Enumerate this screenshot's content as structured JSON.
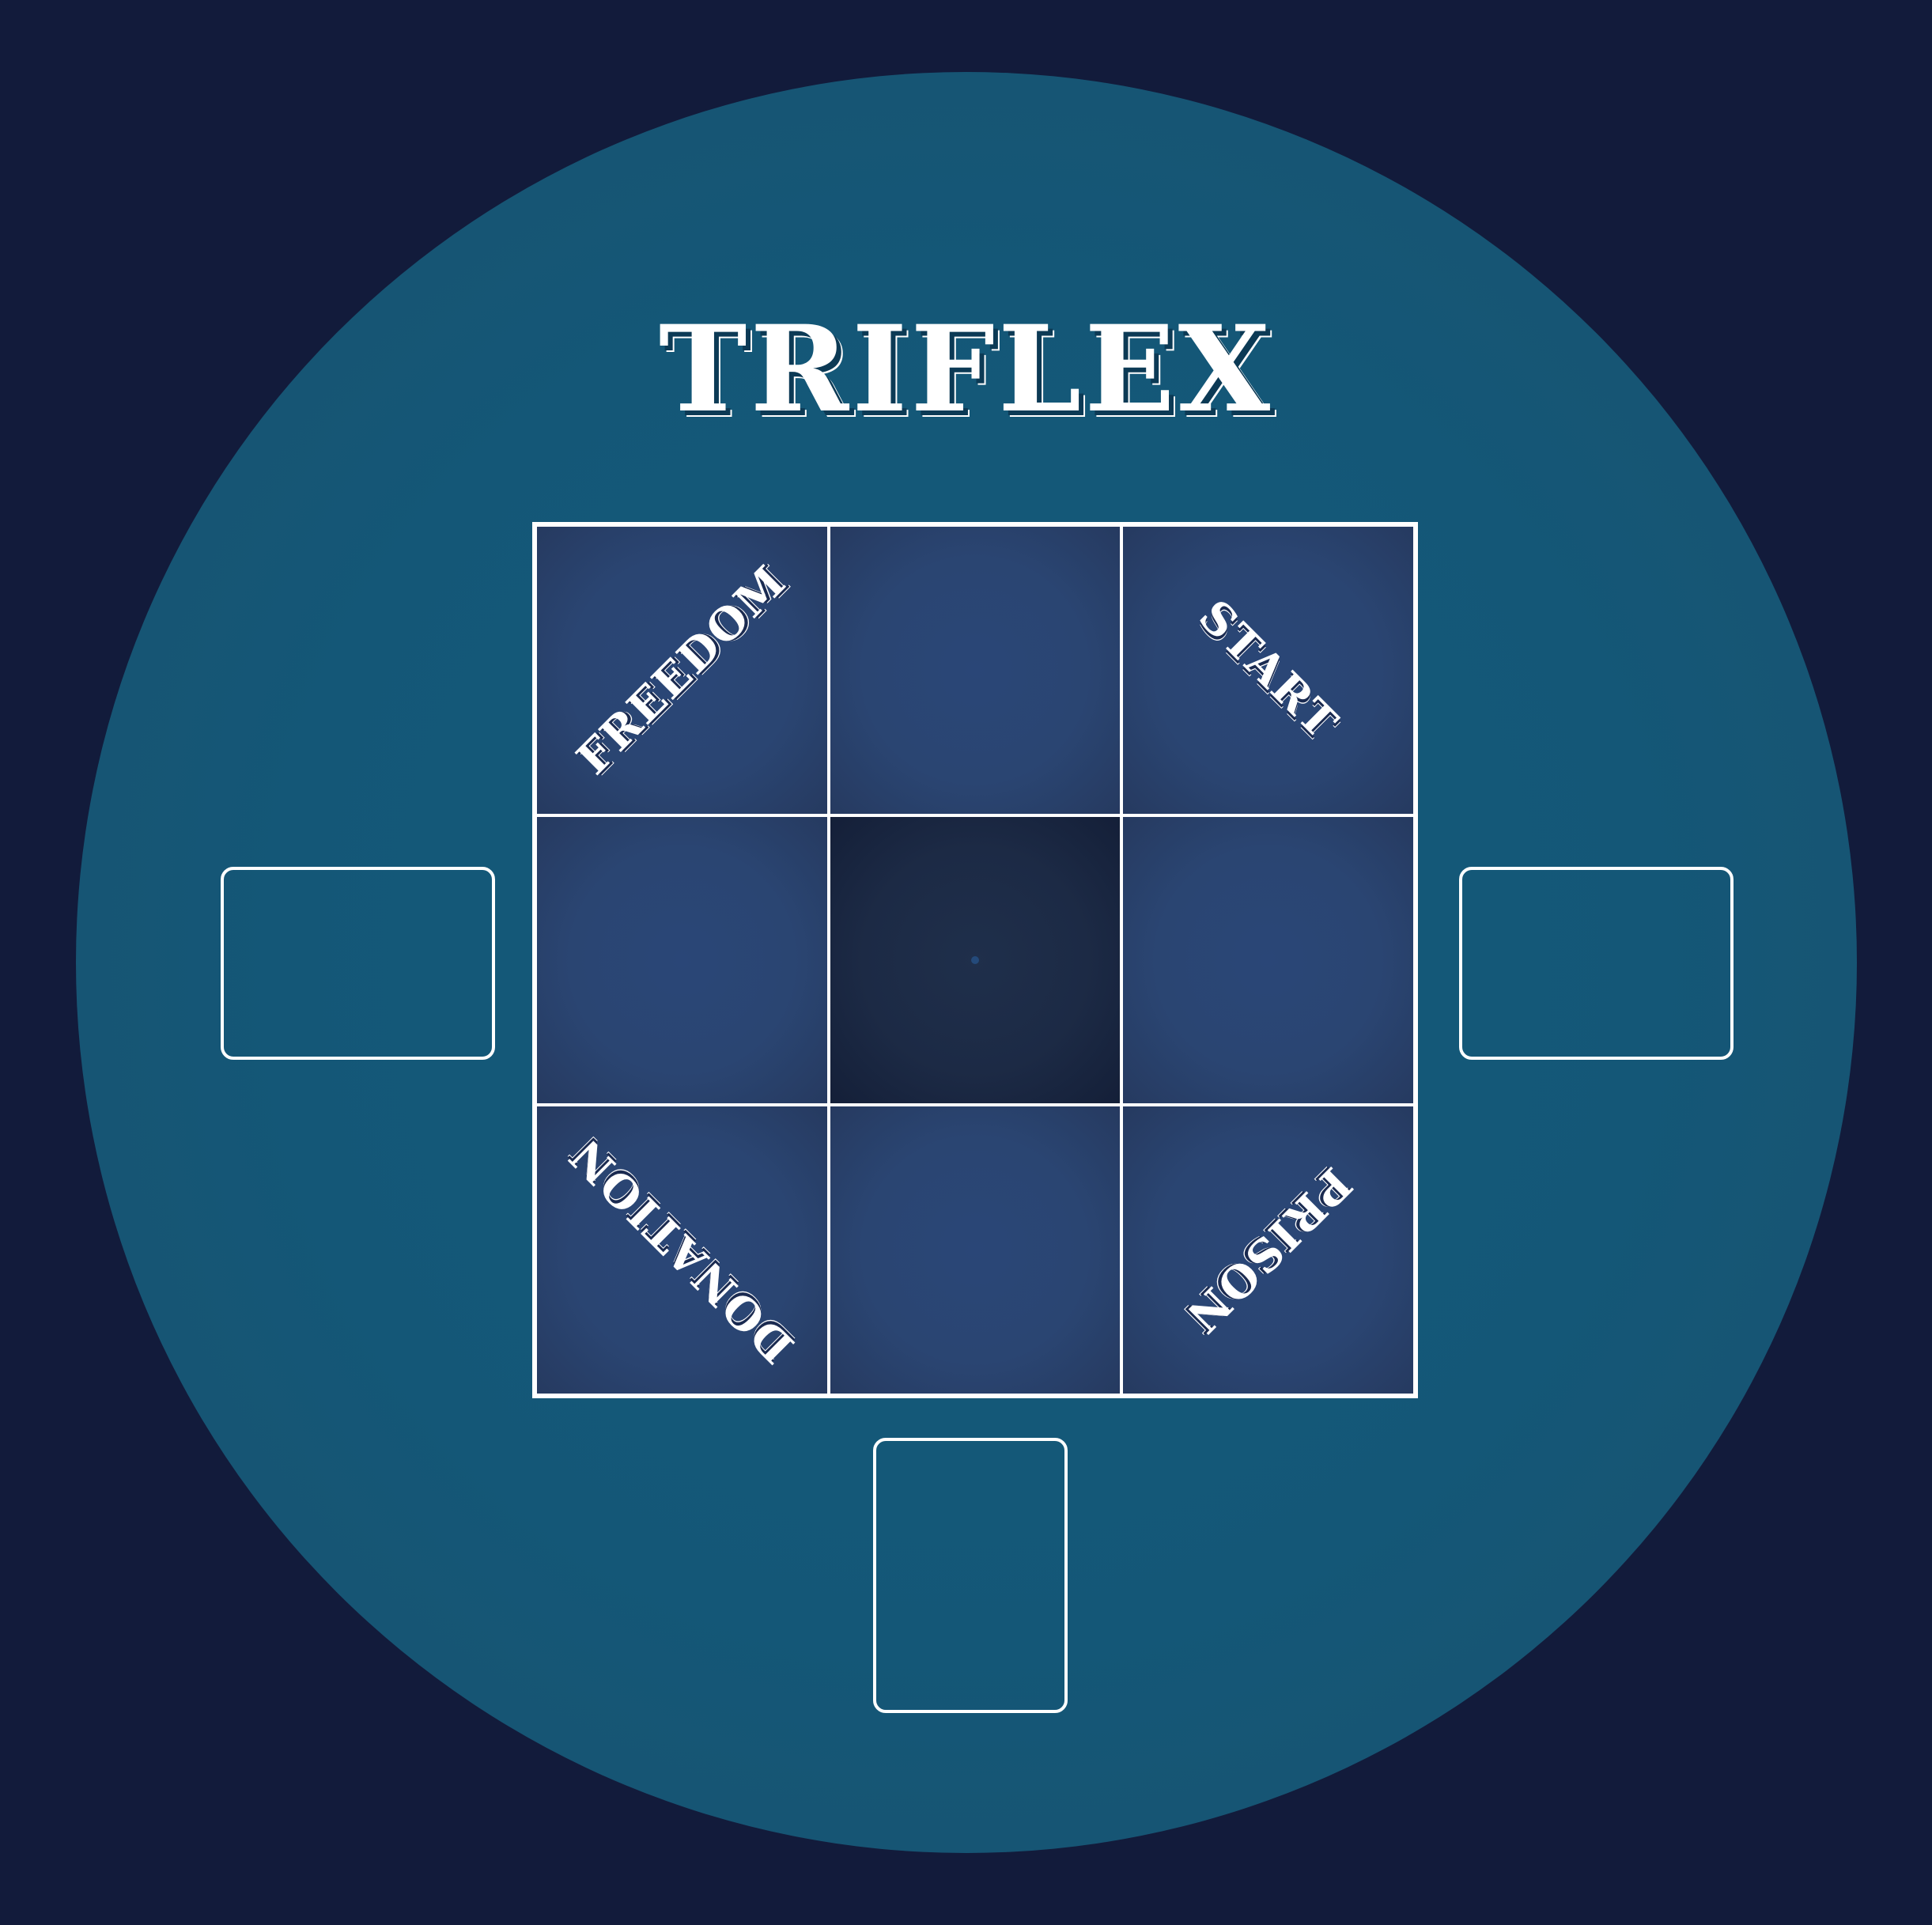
{
  "title": "TRIFLEX",
  "board": {
    "corners": {
      "top_left": "FREEDOM",
      "top_right": "START",
      "bottom_left": "DONATION",
      "bottom_right": "PRISON"
    }
  },
  "colors": {
    "background": "#121b3b",
    "table": "#135a7b",
    "cell": "#2a4677",
    "center_cell": "#1c2a45",
    "line": "#ffffff"
  }
}
